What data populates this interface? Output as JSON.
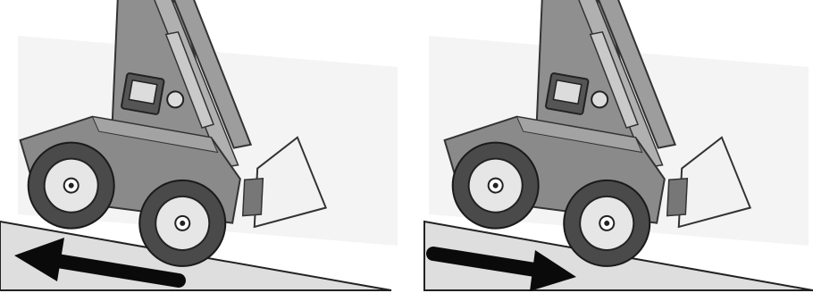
{
  "figure": {
    "panels": [
      {
        "id": "uphill-backward",
        "arrow_direction": "left",
        "icon": "arrow-left-icon"
      },
      {
        "id": "downhill-forward",
        "arrow_direction": "right",
        "icon": "arrow-right-icon"
      }
    ],
    "colors": {
      "ramp_fill": "#dedede",
      "ramp_stroke": "#222222",
      "body_fill": "#8f8f8f",
      "body_dark": "#5a5a5a",
      "tire": "#4a4a4a",
      "rim": "#e6e6e6",
      "arrow": "#0a0a0a",
      "background_panel": "#f4f4f4"
    }
  }
}
